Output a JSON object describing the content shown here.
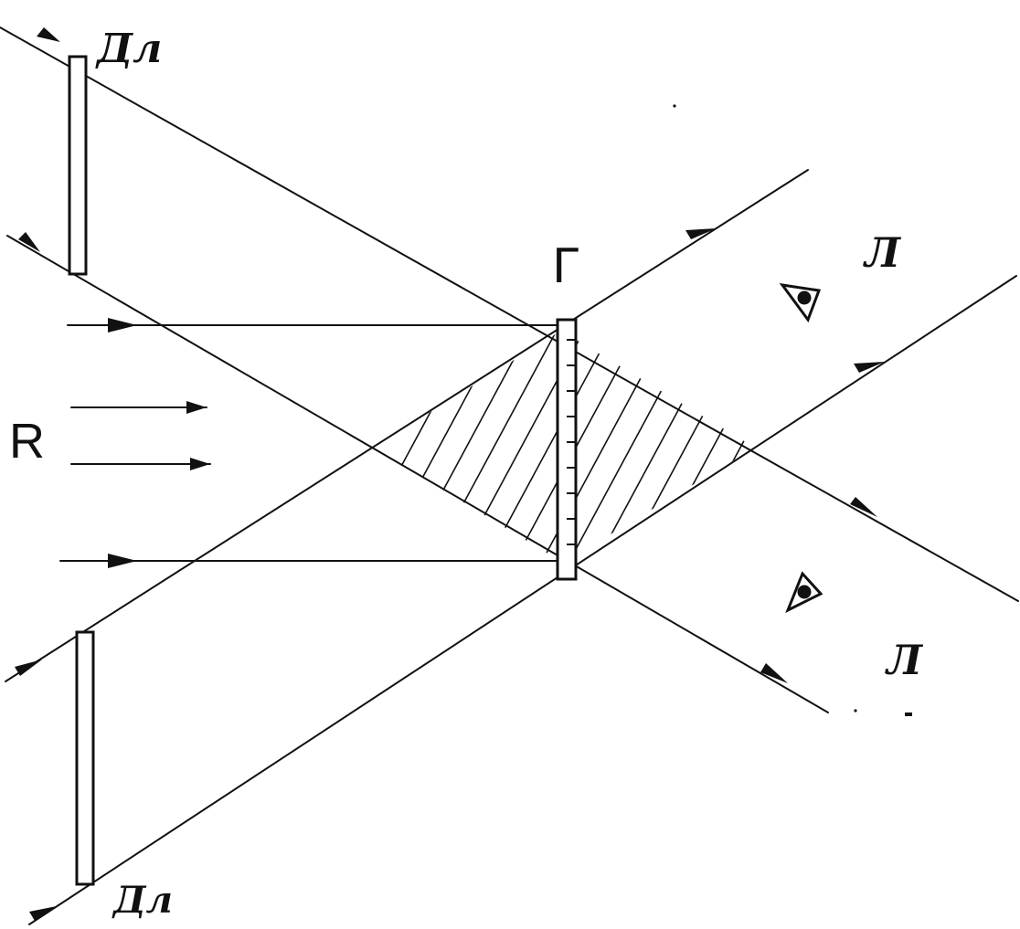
{
  "labels": {
    "diffraction_grating_top": "Дл",
    "diffraction_grating_bottom": "Дл",
    "hologram": "Г",
    "lens_top": "Л",
    "lens_bottom": "Л",
    "reference_beam": "R"
  },
  "icons": {
    "observer_eye_top": "eye-icon",
    "observer_eye_bottom": "eye-icon"
  },
  "colors": {
    "ink": "#111111",
    "background": "#ffffff"
  }
}
